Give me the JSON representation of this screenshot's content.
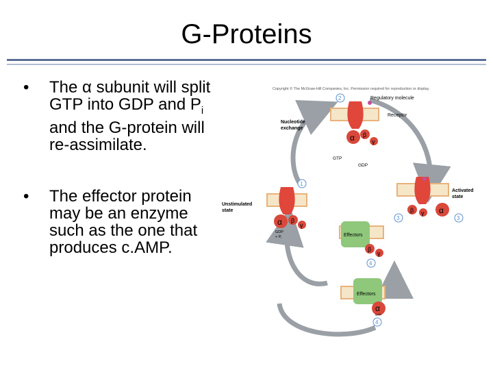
{
  "slide": {
    "title": "G-Proteins",
    "bullets": [
      {
        "marker": "•",
        "text_before_sub": "The α subunit will split GTP into GDP and P",
        "subscript": "i",
        "text_after_sub": " and the G-protein will re-assimilate."
      },
      {
        "marker": "•",
        "text": "The effector protein may be an enzyme such as the one that produces c.AMP."
      }
    ]
  },
  "diagram": {
    "copyright": "Copyright © The McGraw-Hill Companies, Inc. Permission required for reproduction or display.",
    "labels": {
      "regulatory_molecule": "Regulatory molecule",
      "receptor": "Receptor",
      "nucleotide_exchange_1": "Nucleotide",
      "nucleotide_exchange_2": "exchange",
      "gtp": "GTP",
      "gdp": "GDP",
      "unstimulated_1": "Unstimulated",
      "unstimulated_2": "state",
      "activated_1": "Activated",
      "activated_2": "state",
      "effectors_top": "Effectors",
      "effectors_bottom": "Effectors",
      "gdp_pi_1": "GDP",
      "gdp_pi_2": "+ P",
      "gdp_pi_sub": "i",
      "gtp_small": "GTP"
    },
    "steps": {
      "s1": "1",
      "s2": "2",
      "s3a": "3",
      "s3b": "3",
      "s4a": "4",
      "s4b": "4"
    },
    "subunits": {
      "alpha": "α",
      "beta": "β",
      "gamma": "γ"
    },
    "colors": {
      "alpha": "#d8483b",
      "beta": "#d8483b",
      "gamma": "#d8483b",
      "membrane_head": "#e8b27a",
      "membrane_tail": "#f5e6c8",
      "receptor": "#e0463a",
      "effector": "#8fc77b",
      "arrow": "#9aa0a6",
      "step_circle": "#5a8fd0",
      "rule": "#5b6f95"
    }
  }
}
